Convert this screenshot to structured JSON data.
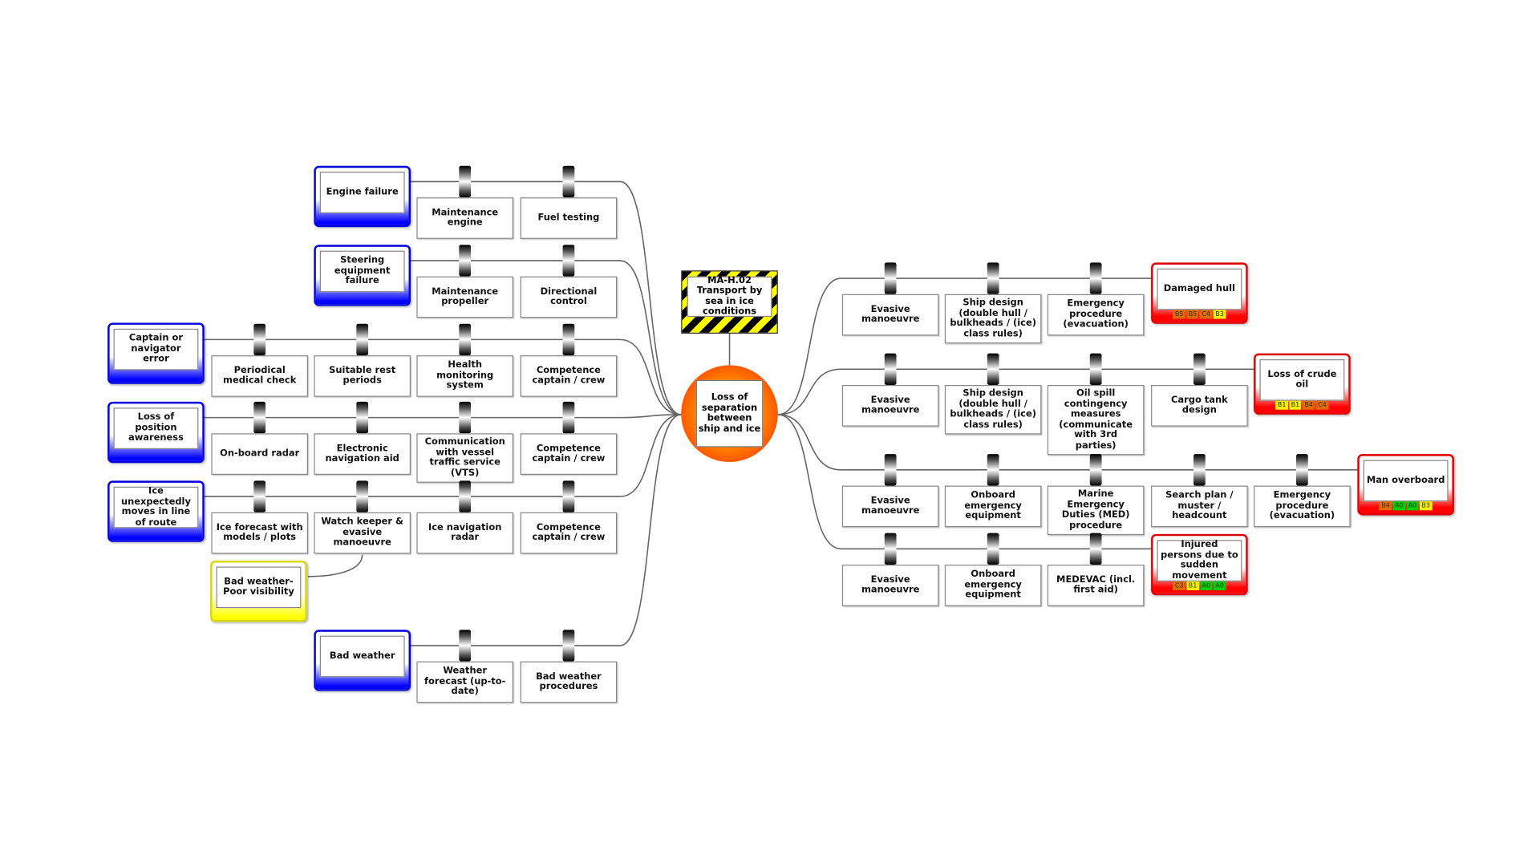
{
  "hazard": {
    "label": "MA-H.02 Transport by sea in ice conditions"
  },
  "top_event": {
    "label": "Loss of separation between ship and ice"
  },
  "threats": [
    {
      "label": "Engine failure",
      "barriers": [
        "Maintenance engine",
        "Fuel testing"
      ]
    },
    {
      "label": "Steering equipment failure",
      "barriers": [
        "Maintenance propeller",
        "Directional control"
      ]
    },
    {
      "label": "Captain or navigator error",
      "barriers": [
        "Periodical medical check",
        "Suitable rest periods",
        "Health monitoring system",
        "Competence captain / crew"
      ]
    },
    {
      "label": "Loss of position awareness",
      "barriers": [
        "On-board radar",
        "Electronic navigation aid",
        "Communication with vessel traffic service (VTS)",
        "Competence captain / crew"
      ]
    },
    {
      "label": "Ice unexpectedly moves in line of route",
      "barriers": [
        "Ice forecast with models / plots",
        "Watch keeper & evasive manoeuvre",
        "Ice navigation radar",
        "Competence captain / crew"
      ]
    },
    {
      "label": "Bad weather",
      "barriers": [
        "Weather forecast (up-to-date)",
        "Bad weather procedures"
      ]
    }
  ],
  "escalation": {
    "label": "Bad weather- Poor visibility"
  },
  "consequences": [
    {
      "label": "Damaged hull",
      "barriers": [
        "Evasive manoeuvre",
        "Ship design (double hull / bulkheads / (ice) class rules)",
        "Emergency procedure (evacuation)"
      ],
      "risk": [
        {
          "code": "B5",
          "color": "#e06a00"
        },
        {
          "code": "B5",
          "color": "#e06a00"
        },
        {
          "code": "C4",
          "color": "#e06a00"
        },
        {
          "code": "B3",
          "color": "#f0f000"
        }
      ]
    },
    {
      "label": "Loss of crude oil",
      "barriers": [
        "Evasive manoeuvre",
        "Ship design (double hull / bulkheads / (ice) class rules)",
        "Oil spill contingency measures (communicate with 3rd parties)",
        "Cargo tank design"
      ],
      "risk": [
        {
          "code": "B1",
          "color": "#f0f000"
        },
        {
          "code": "B1",
          "color": "#f0f000"
        },
        {
          "code": "B4",
          "color": "#e06a00"
        },
        {
          "code": "C4",
          "color": "#e06a00"
        }
      ]
    },
    {
      "label": "Man overboard",
      "barriers": [
        "Evasive manoeuvre",
        "Onboard emergency equipment",
        "Marine Emergency Duties (MED) procedure",
        "Search plan / muster / headcount",
        "Emergency procedure (evacuation)"
      ],
      "risk": [
        {
          "code": "B4",
          "color": "#e06a00"
        },
        {
          "code": "A0",
          "color": "#00d000"
        },
        {
          "code": "A0",
          "color": "#00d000"
        },
        {
          "code": "B3",
          "color": "#f0f000"
        }
      ]
    },
    {
      "label": "Injured persons due to sudden movement",
      "barriers": [
        "Evasive manoeuvre",
        "Onboard emergency equipment",
        "MEDEVAC (incl. first aid)"
      ],
      "risk": [
        {
          "code": "C3",
          "color": "#e06a00"
        },
        {
          "code": "B1",
          "color": "#f0f000"
        },
        {
          "code": "A0",
          "color": "#00d000"
        },
        {
          "code": "A0",
          "color": "#00d000"
        }
      ]
    }
  ],
  "colors": {
    "threat": "#0000ff",
    "consequence": "#ff0000",
    "escalation": "#ffff00",
    "line": "#666666"
  }
}
